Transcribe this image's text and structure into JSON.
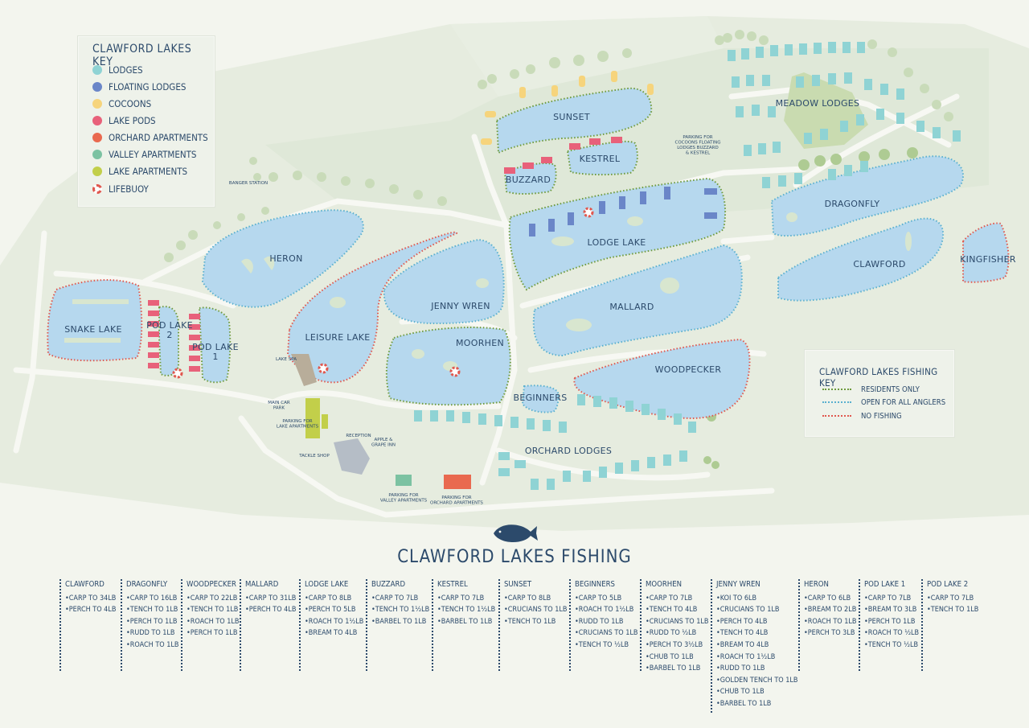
{
  "colors": {
    "lodges": "#8fd3d4",
    "floating_lodges": "#6a86c8",
    "cocoons": "#f6d47c",
    "lake_pods": "#e8617a",
    "orchard_apartments": "#e9694f",
    "valley_apartments": "#7cc2a2",
    "lake_apartments": "#c2cf4a",
    "lifebuoy": "#e0584f",
    "residents_only": "#6e9a3c",
    "open_for_all": "#5ab0cf",
    "no_fishing": "#e0584f",
    "water": "#b6d8ee",
    "ink": "#2c4a6b"
  },
  "accommodation_key": {
    "title": "Clawford Lakes Key",
    "items": [
      {
        "label": "Lodges",
        "color": "#8fd3d4"
      },
      {
        "label": "Floating Lodges",
        "color": "#6a86c8"
      },
      {
        "label": "Cocoons",
        "color": "#f6d47c"
      },
      {
        "label": "Lake Pods",
        "color": "#e8617a"
      },
      {
        "label": "Orchard Apartments",
        "color": "#e9694f"
      },
      {
        "label": "Valley Apartments",
        "color": "#7cc2a2"
      },
      {
        "label": "Lake Apartments",
        "color": "#c2cf4a"
      },
      {
        "label": "Lifebuoy",
        "icon": "lifebuoy-icon"
      }
    ]
  },
  "fishing_key": {
    "title": "Clawford Lakes Fishing Key",
    "items": [
      {
        "label": "Residents Only",
        "color": "#6e9a3c"
      },
      {
        "label": "Open for all anglers",
        "color": "#5ab0cf"
      },
      {
        "label": "No Fishing",
        "color": "#e0584f"
      }
    ]
  },
  "lakes": [
    "Heron",
    "Snake Lake",
    "Pod Lake 2",
    "Pod Lake 1",
    "Leisure Lake",
    "Jenny Wren",
    "Moorhen",
    "Beginners",
    "Sunset",
    "Buzzard",
    "Kestrel",
    "Lodge Lake",
    "Mallard",
    "Woodpecker",
    "Dragonfly",
    "Clawford",
    "Kingfisher"
  ],
  "areas": [
    "Meadow Lodges",
    "Orchard Lodges"
  ],
  "facilities": [
    "Banger Station",
    "Main Car Park",
    "Parking for Lake Apartments",
    "Tackle Shop",
    "Reception",
    "Apple & Grape Inn",
    "Lake Spa",
    "Parking for Valley Apartments",
    "Parking for Orchard Apartments",
    "Parking for Cocoons Floating Lodges Buzzard & Kestrel"
  ],
  "fishing": {
    "title": "Clawford Lakes Fishing",
    "lakes": [
      {
        "name": "Clawford",
        "fish": [
          "Carp to 34lb",
          "Perch to 4lb"
        ]
      },
      {
        "name": "Dragonfly",
        "fish": [
          "Carp to 16lb",
          "Tench to 1lb",
          "Perch to 1lb",
          "Rudd to 1lb",
          "Roach to 1lb"
        ]
      },
      {
        "name": "Woodpecker",
        "fish": [
          "Carp to 22lb",
          "Tench to 1lb",
          "Roach to 1lb",
          "Perch to 1lb"
        ]
      },
      {
        "name": "Mallard",
        "fish": [
          "Carp to 31lb",
          "Perch to 4lb"
        ]
      },
      {
        "name": "Lodge Lake",
        "fish": [
          "Carp to 8lb",
          "Perch to 5lb",
          "Roach to 1½lb",
          "Bream to 4lb"
        ]
      },
      {
        "name": "Buzzard",
        "fish": [
          "Carp to 7lb",
          "Tench to 1½lb",
          "Barbel to 1lb"
        ]
      },
      {
        "name": "Kestrel",
        "fish": [
          "Carp to 7lb",
          "Tench to 1½lb",
          "Barbel to 1lb"
        ]
      },
      {
        "name": "Sunset",
        "fish": [
          "Carp to 8lb",
          "Crucians to 1lb",
          "Tench to 1lb"
        ]
      },
      {
        "name": "Beginners",
        "fish": [
          "Carp to 5lb",
          "Roach to 1½lb",
          "Rudd to 1lb",
          "Crucians to 1lb",
          "Tench to ½lb"
        ]
      },
      {
        "name": "Moorhen",
        "fish": [
          "Carp to 7lb",
          "Tench to 4lb",
          "Crucians to 1lb",
          "Rudd to ½lb",
          "Perch to 3½lb",
          "Chub to 1lb",
          "Barbel to 1lb"
        ]
      },
      {
        "name": "Jenny Wren",
        "fish": [
          "Koi to 6lb",
          "Crucians to 1lb",
          "Perch to 4lb",
          "Tench to 4lb",
          "Bream to 4lb",
          "Roach to 1½lb",
          "Rudd to 1lb",
          "Golden Tench to 1lb",
          "Chub to 1lb",
          "Barbel to 1lb"
        ]
      },
      {
        "name": "Heron",
        "fish": [
          "Carp to 6lb",
          "Bream to 2lb",
          "Roach to 1lb",
          "Perch to 3lb"
        ]
      },
      {
        "name": "Pod Lake 1",
        "fish": [
          "Carp to 7lb",
          "Bream to 3lb",
          "Perch to 1lb",
          "Roach to ½lb",
          "Tench to ½lb"
        ]
      },
      {
        "name": "Pod Lake 2",
        "fish": [
          "Carp to 7lb",
          "Tench to 1lb"
        ]
      }
    ]
  }
}
